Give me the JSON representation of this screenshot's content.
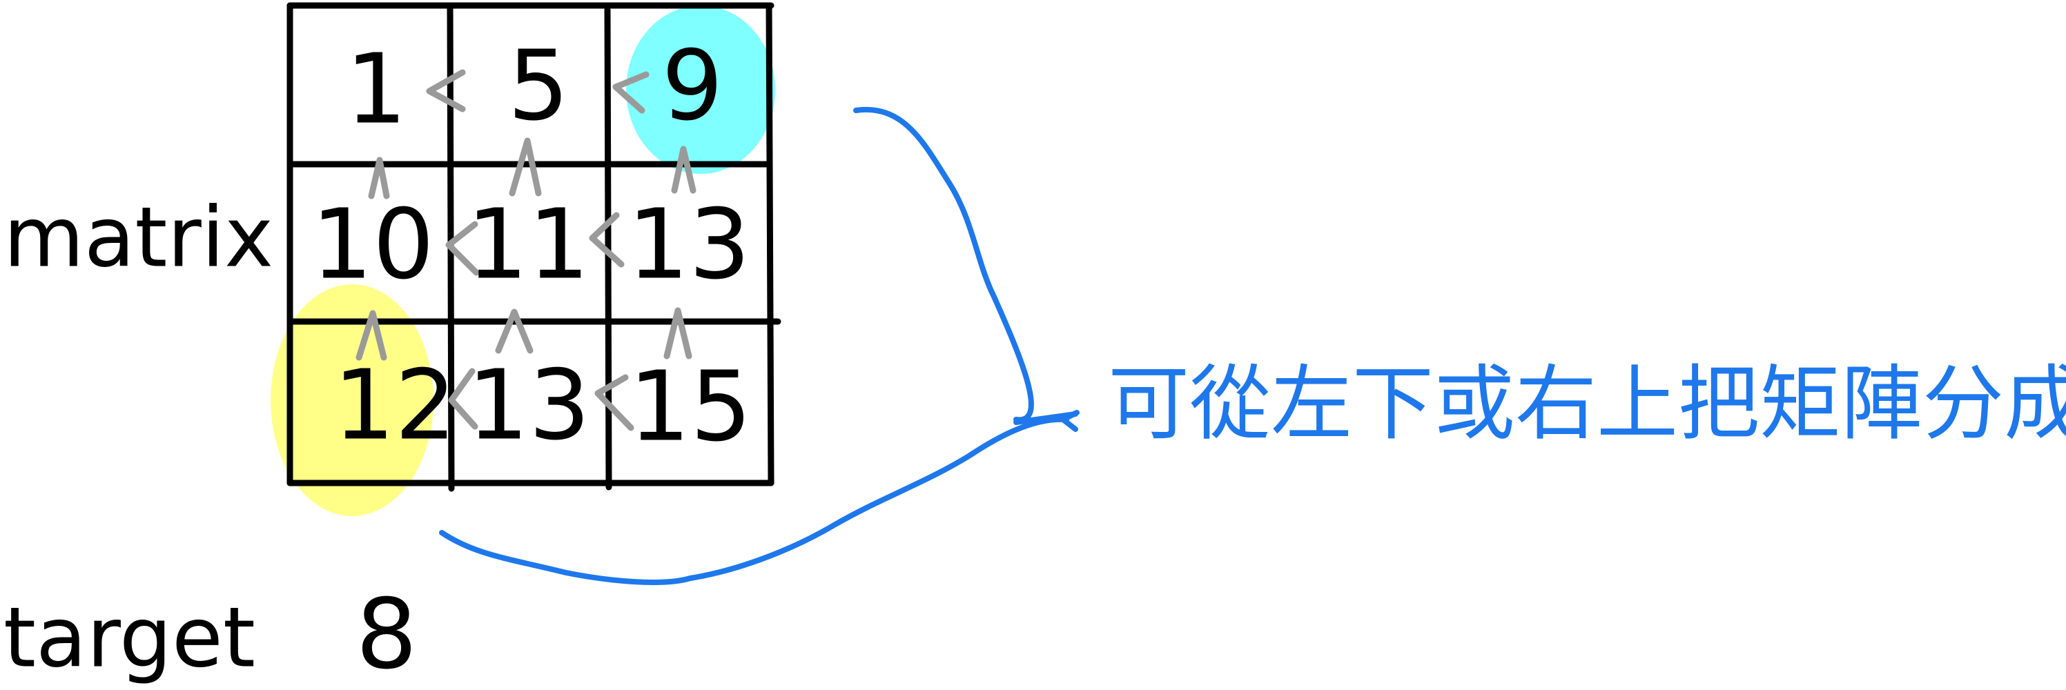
{
  "labels": {
    "matrix": "matrix",
    "target": "target",
    "target_value": "8"
  },
  "matrix": [
    [
      "1",
      "5",
      "9"
    ],
    [
      "10",
      "11",
      "13"
    ],
    [
      "12",
      "13",
      "15"
    ]
  ],
  "note": "可從左下或右上把矩陣分成半",
  "colors": {
    "top_right_highlight": "#7FFFFF",
    "bottom_left_highlight": "#FFFF88",
    "ink": "#000000",
    "arrows": "#9A9A9A",
    "annotation": "#1E78EC"
  }
}
